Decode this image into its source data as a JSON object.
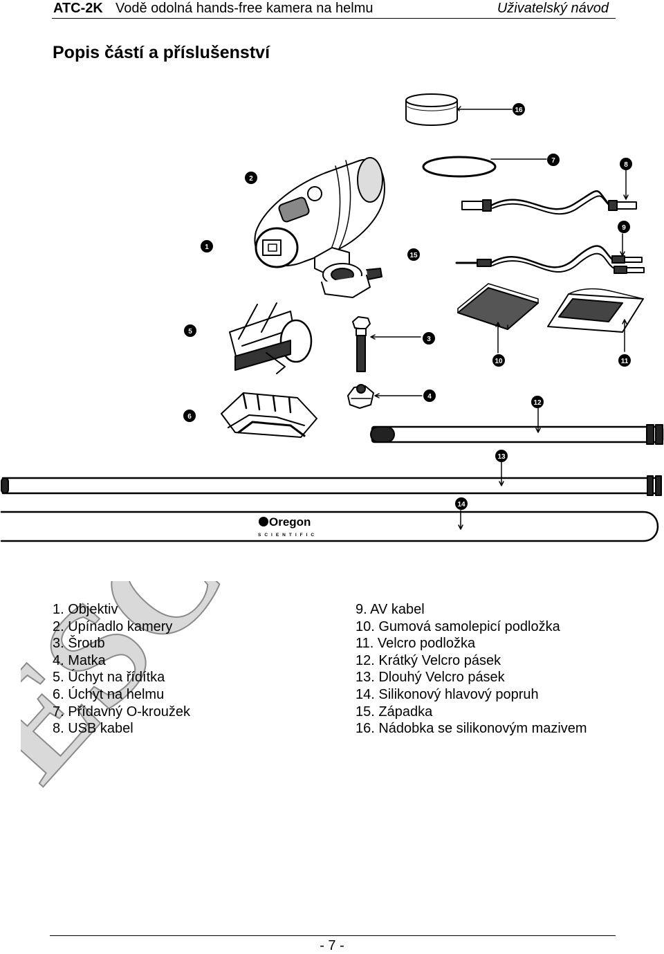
{
  "header": {
    "model": "ATC-2K",
    "product": "Vodě odolná hands-free kamera na helmu",
    "doctype": "Uživatelský návod"
  },
  "title": "Popis částí a příslušenství",
  "figure": {
    "callouts": [
      "1",
      "2",
      "3",
      "4",
      "5",
      "6",
      "7",
      "8",
      "9",
      "10",
      "11",
      "12",
      "13",
      "14",
      "15",
      "16"
    ],
    "logo_text": "Oregon",
    "logo_subtext": "SCIENTIFIC"
  },
  "watermark": "ESC",
  "parts_left": [
    "1. Objektiv",
    "2. Upínadlo kamery",
    "3. Šroub",
    "4. Matka",
    "5. Úchyt na řídítka",
    "6. Úchyt na helmu",
    "7. Přídavný O-kroužek",
    "8. USB kabel"
  ],
  "parts_right": [
    "9. AV kabel",
    "10. Gumová samolepicí podložka",
    "11. Velcro podložka",
    "12. Krátký Velcro pásek",
    "13. Dlouhý Velcro pásek",
    "14. Silikonový hlavový popruh",
    "15. Západka",
    "16. Nádobka se silikonovým mazivem"
  ],
  "page_number": "- 7 -"
}
